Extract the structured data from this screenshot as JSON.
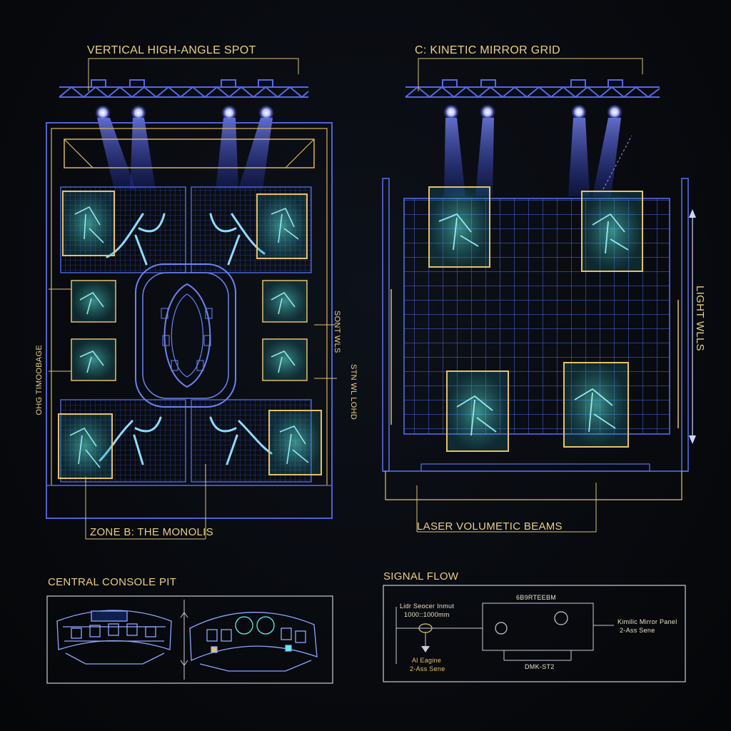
{
  "labels": {
    "vertical_spot": "VERTICAL HIGH-ANGLE SPOT",
    "kinetic_grid": "C: KINETIC MIRROR GRID",
    "zone_b": "ZONE B: THE MONOLIS",
    "laser_beams": "LASER VOLUMETIC BEAMS",
    "light_walls": "LIGHT WLLS",
    "sont_wls": "SONT WLS",
    "left_side": "OHG TIMOOBAGE",
    "right_side": "STN WL LOHD",
    "console_pit": "CENTRAL CONSOLE PIT",
    "signal_flow": "SIGNAL FLOW"
  },
  "signal_flow": {
    "input_line1": "Lidr Seocer Inmut",
    "input_line2": "1000::1000mm",
    "ai_line1": "Al Eagine",
    "ai_line2": "2-Ass Sene",
    "top_code": "6B9RTEEBM",
    "bottom_code": "DMK-ST2",
    "output_line1": "Kimilic Mirror Panel",
    "output_line2": "2-Ass Sene"
  },
  "colors": {
    "background": "#07090d",
    "line_blue": "#4c63d8",
    "amber": "#e6c16a",
    "cyan": "#5ff0e6",
    "beam": "#3a4cff"
  }
}
